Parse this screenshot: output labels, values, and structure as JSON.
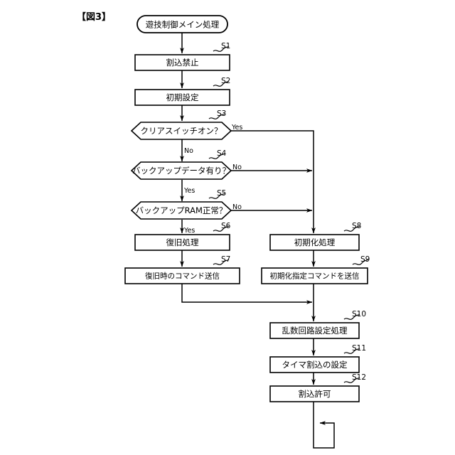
{
  "figure": {
    "label": "【図3】",
    "title_node": {
      "id": "start",
      "text": "遊技制御メイン処理",
      "shape": "rounded-terminal"
    }
  },
  "nodes": [
    {
      "id": "s1",
      "step": "S1",
      "text": "割込禁止",
      "shape": "process",
      "column": "left"
    },
    {
      "id": "s2",
      "step": "S2",
      "text": "初期設定",
      "shape": "process",
      "column": "left"
    },
    {
      "id": "s3",
      "step": "S3",
      "text": "クリアスイッチオン？",
      "shape": "decision",
      "column": "left"
    },
    {
      "id": "s4",
      "step": "S4",
      "text": "バックアップデータ有り？",
      "shape": "decision",
      "column": "left"
    },
    {
      "id": "s5",
      "step": "S5",
      "text": "バックアップRAM正常？",
      "shape": "decision",
      "column": "left"
    },
    {
      "id": "s6",
      "step": "S6",
      "text": "復旧処理",
      "shape": "process",
      "column": "left"
    },
    {
      "id": "s7",
      "step": "S7",
      "text": "復旧時のコマンド送信",
      "shape": "process",
      "column": "left"
    },
    {
      "id": "s8",
      "step": "S8",
      "text": "初期化処理",
      "shape": "process",
      "column": "right"
    },
    {
      "id": "s9",
      "step": "S9",
      "text": "初期化指定コマンドを送信",
      "shape": "process",
      "column": "right"
    },
    {
      "id": "s10",
      "step": "S10",
      "text": "乱数回路設定処理",
      "shape": "process",
      "column": "right"
    },
    {
      "id": "s11",
      "step": "S11",
      "text": "タイマ割込の設定",
      "shape": "process",
      "column": "right"
    },
    {
      "id": "s12",
      "step": "S12",
      "text": "割込許可",
      "shape": "process",
      "column": "right"
    }
  ],
  "branch_labels": {
    "s3_yes": "Yes",
    "s3_no": "No",
    "s4_no": "No",
    "s4_yes": "Yes",
    "s5_no": "No",
    "s5_yes": "Yes"
  },
  "colors": {
    "stroke": "#000000",
    "fill": "#ffffff",
    "background": "#ffffff"
  }
}
